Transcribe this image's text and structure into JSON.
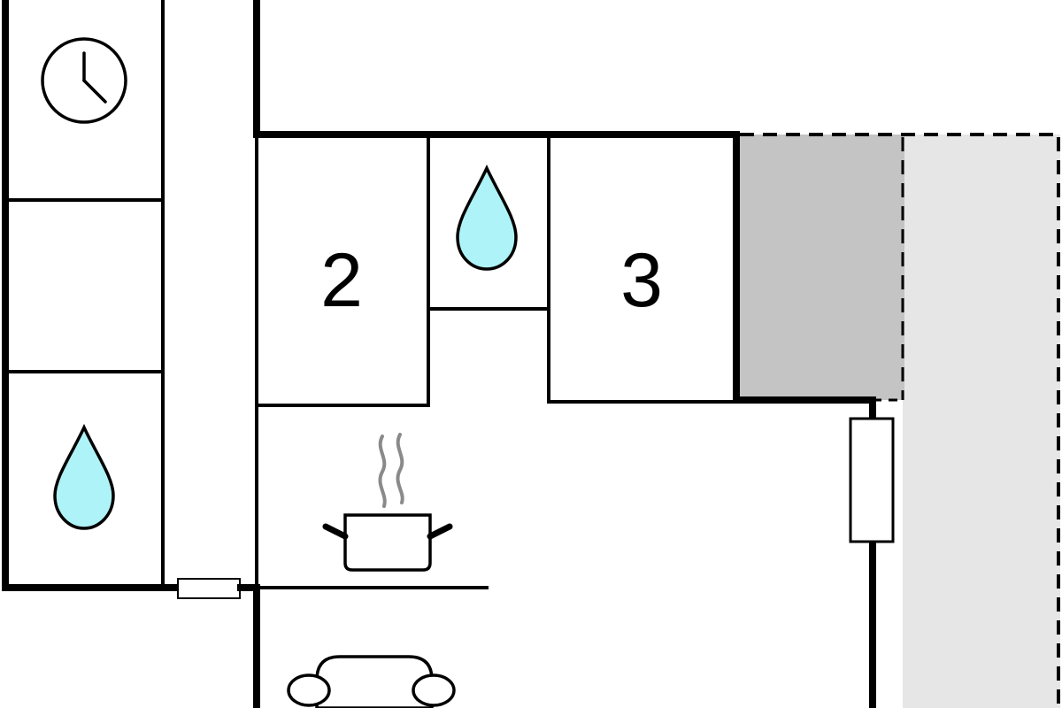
{
  "floorplan": {
    "rooms": [
      {
        "id": "room-2",
        "label": "2"
      },
      {
        "id": "room-3",
        "label": "3"
      }
    ],
    "icons": [
      "clock-icon",
      "water-drop-icon",
      "water-drop-icon",
      "cooking-pot-icon",
      "sofa-icon"
    ],
    "colors": {
      "wall": "#000000",
      "terrace_dark": "#c4c4c4",
      "terrace_light": "#e6e6e6",
      "water": "#aef3f7",
      "steam": "#8a8a8a"
    }
  }
}
